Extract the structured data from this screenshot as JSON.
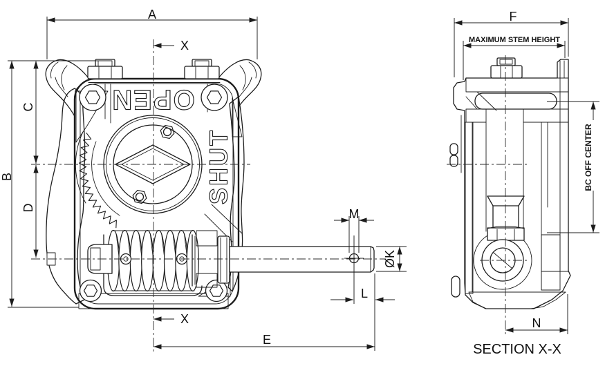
{
  "page": {
    "background": "#ffffff",
    "line_color": "#1c1c1c"
  },
  "front_view": {
    "cast_text": {
      "open": "OPEN",
      "shut": "SHUT"
    },
    "dims": {
      "a": "A",
      "x_top": "X",
      "b": "B",
      "c": "C",
      "d": "D",
      "x_bottom": "X",
      "e": "E",
      "m": "M",
      "k": "ØK",
      "l": "L"
    }
  },
  "section_view": {
    "dims": {
      "f": "F",
      "max_stem_height": "MAXIMUM STEM HEIGHT",
      "bc_off_center": "BC OFF CENTER",
      "n": "N"
    },
    "caption": "SECTION X-X"
  }
}
